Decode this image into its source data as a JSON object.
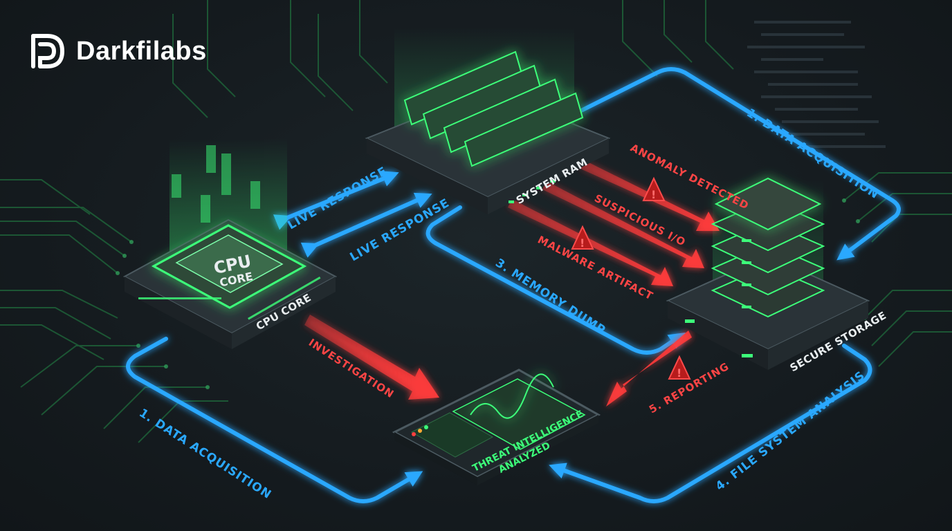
{
  "brand": {
    "name": "Darkfilabs",
    "logo_icon": "darkfilabs-logo-icon"
  },
  "components": {
    "cpu": {
      "chip_label_line1": "CPU",
      "chip_label_line2": "CORE",
      "base_label": "CPU CORE"
    },
    "ram": {
      "label": "SYSTEM RAM"
    },
    "storage": {
      "label": "SECURE STORAGE"
    },
    "dashboard": {
      "line1": "THREAT INTELLIGENCE",
      "line2": "ANALYZED"
    }
  },
  "flows": {
    "data_acquisition_top": "1. DATA ACQUISITION",
    "data_acquisition_left": "1. DATA ACQUISITION",
    "live_response_1": "LIVE RESPONSE",
    "live_response_2": "LIVE RESPONSE",
    "memory_dump": "3. MEMORY DUMP",
    "file_system_analysis": "4. FILE SYSTEM ANALYSIS",
    "reporting": "5. REPORTING",
    "investigation": "INVESTIGATION",
    "anomaly_detected": "ANOMALY DETECTED",
    "suspicious_io": "SUSPICIOUS I/O",
    "malware_artifact": "MALWARE ARTIFACT"
  },
  "colors": {
    "blue": "#2aa8ff",
    "red": "#ff3b3b",
    "green": "#3dff7a",
    "background": "#151b1f"
  }
}
